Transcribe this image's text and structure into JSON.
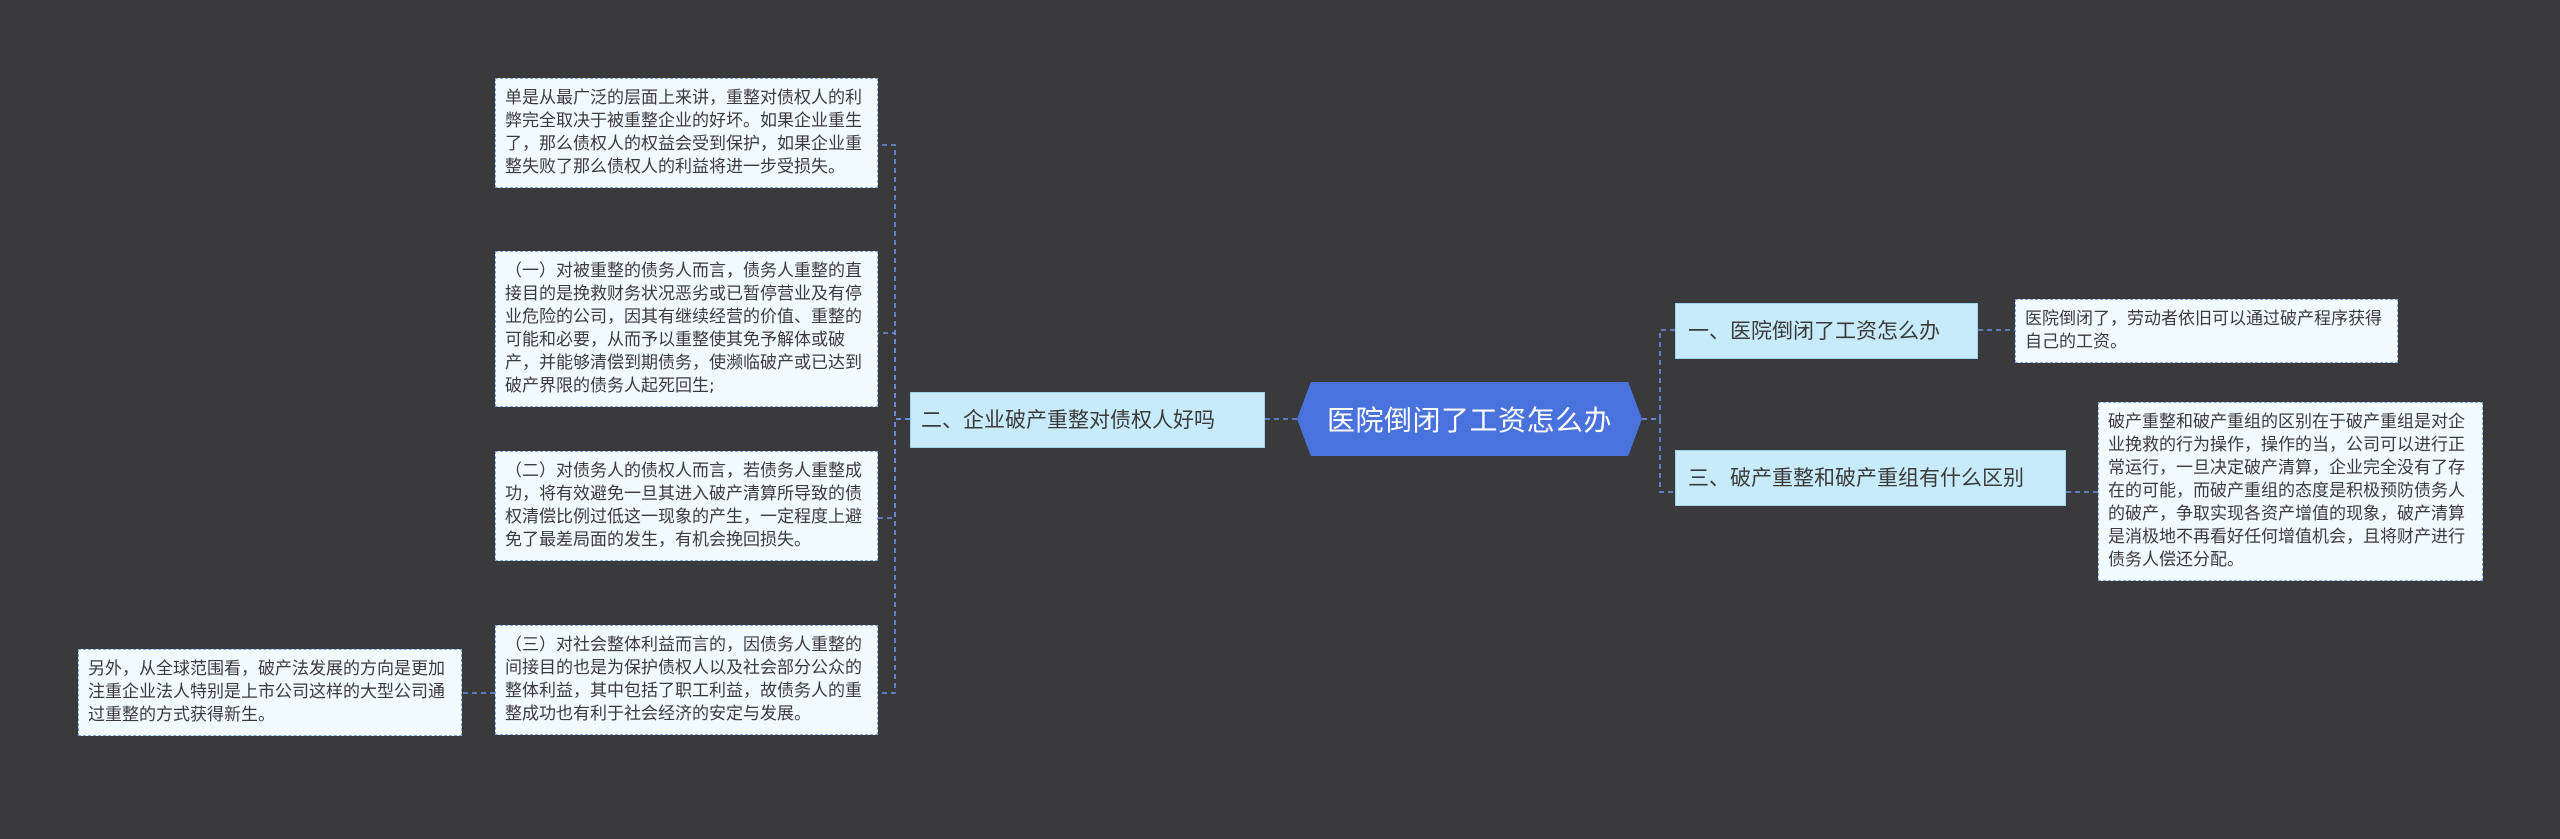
{
  "root": {
    "label": "医院倒闭了工资怎么办"
  },
  "branches": {
    "b1": {
      "label": "一、医院倒闭了工资怎么办"
    },
    "b2": {
      "label": "二、企业破产重整对债权人好吗"
    },
    "b3": {
      "label": "三、破产重整和破产重组有什么区别"
    }
  },
  "leaves": {
    "b1_leaf": "医院倒闭了，劳动者依旧可以通过破产程序获得自己的工资。",
    "b3_leaf": "破产重整和破产重组的区别在于破产重组是对企业挽救的行为操作，操作的当，公司可以进行正常运行，一旦决定破产清算，企业完全没有了存在的可能，而破产重组的态度是积极预防债务人的破产，争取实现各资产增值的现象，破产清算是消极地不再看好任何增值机会，且将财产进行债务人偿还分配。",
    "b2_leaf1": "单是从最广泛的层面上来讲，重整对债权人的利弊完全取决于被重整企业的好坏。如果企业重生了，那么债权人的权益会受到保护，如果企业重整失败了那么债权人的利益将进一步受损失。",
    "b2_leaf2": "（一）对被重整的债务人而言，债务人重整的直接目的是挽救财务状况恶劣或已暂停营业及有停业危险的公司，因其有继续经营的价值、重整的可能和必要，从而予以重整使其免予解体或破产，并能够清偿到期债务，使濒临破产或已达到破产界限的债务人起死回生;",
    "b2_leaf3": "（二）对债务人的债权人而言，若债务人重整成功，将有效避免一旦其进入破产清算所导致的债权清偿比例过低这一现象的产生，一定程度上避免了最差局面的发生，有机会挽回损失。",
    "b2_leaf4": "（三）对社会整体利益而言的，因债务人重整的间接目的也是为保护债权人以及社会部分公众的整体利益，其中包括了职工利益，故债务人的重整成功也有利于社会经济的安定与发展。",
    "b2_leaf4_child": "另外，从全球范围看，破产法发展的方向是更加注重企业法人特别是上市公司这样的大型公司通过重整的方式获得新生。"
  },
  "colors": {
    "background": "#3a393b",
    "root_fill": "#4a72dd",
    "branch_fill": "#c8ebfb",
    "leaf_fill": "#f0faff",
    "connector": "#6f8fe6"
  }
}
